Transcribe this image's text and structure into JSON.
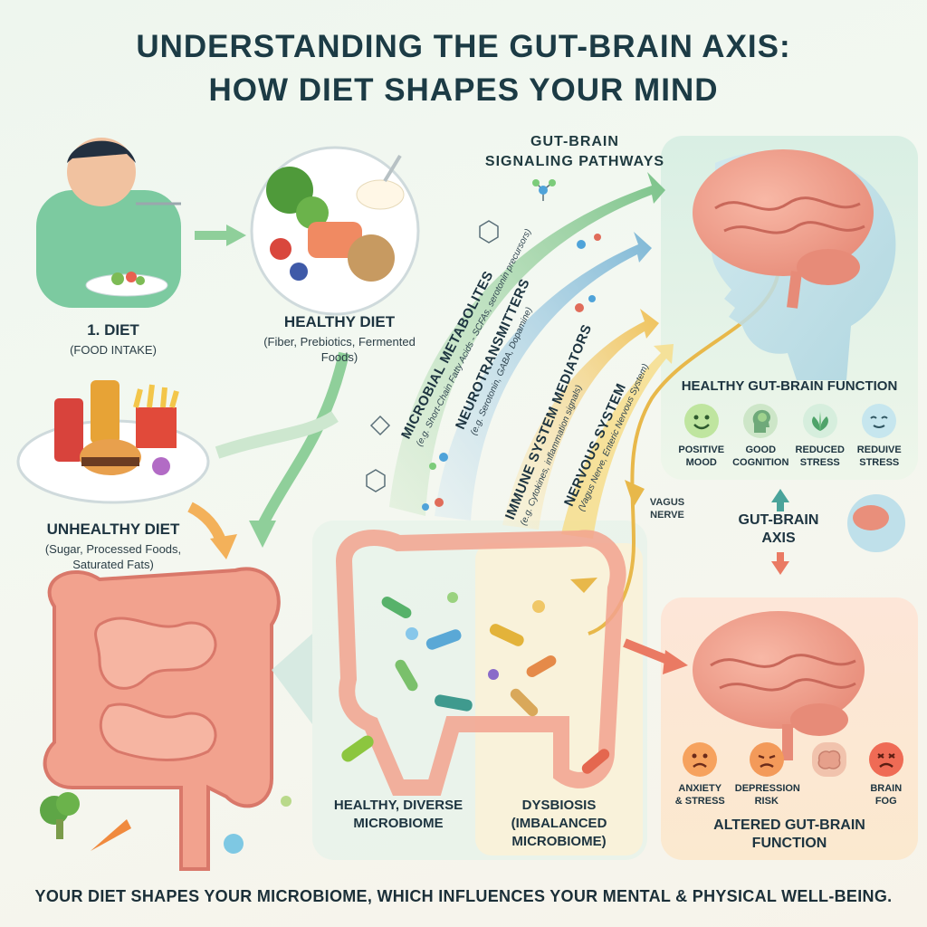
{
  "title": {
    "line1": "UNDERSTANDING THE GUT-BRAIN AXIS:",
    "line2": "HOW DIET SHAPES YOUR MIND"
  },
  "diet": {
    "step_label": "1. DIET",
    "step_sub": "(FOOD INTAKE)",
    "healthy_title": "HEALTHY DIET",
    "healthy_sub": "(Fiber, Prebiotics, Fermented Foods)",
    "unhealthy_title": "UNHEALTHY DIET",
    "unhealthy_sub": "(Sugar, Processed Foods, Saturated Fats)"
  },
  "pathways": {
    "heading_line1": "GUT-BRAIN",
    "heading_line2": "SIGNALING PATHWAYS",
    "bands": [
      {
        "label": "MICROBIAL METABOLITES",
        "sub": "(e.g. Short-Chain Fatty Acids - SCFAs, serotonin precursors)",
        "color": "#7cc38a"
      },
      {
        "label": "NEUROTRANSMITTERS",
        "sub": "(e.g. Serotonin, GABA, Dopamine)",
        "color": "#7fb8d6"
      },
      {
        "label": "IMMUNE SYSTEM MEDIATORS",
        "sub": "(e.g. Cytokines, inflammation signals)",
        "color": "#efc25a"
      },
      {
        "label": "NERVOUS SYSTEM",
        "sub": "(Vagus Nerve, Enteric Nervous System)",
        "color": "#f0d27a"
      }
    ],
    "vagus_label": "VAGUS NERVE"
  },
  "brain_healthy": {
    "title": "HEALTHY GUT-BRAIN FUNCTION",
    "outcomes": [
      {
        "line1": "POSITIVE",
        "line2": "MOOD",
        "icon": "smile-icon"
      },
      {
        "line1": "GOOD",
        "line2": "COGNITION",
        "icon": "head-leaf-icon"
      },
      {
        "line1": "REDUCED",
        "line2": "STRESS",
        "icon": "plant-icon"
      },
      {
        "line1": "REDUIVE",
        "line2": "STRESS",
        "icon": "calm-face-icon"
      }
    ]
  },
  "axis": {
    "line1": "GUT-BRAIN",
    "line2": "AXIS"
  },
  "brain_altered": {
    "title_line1": "ALTERED GUT-BRAIN",
    "title_line2": "FUNCTION",
    "outcomes": [
      {
        "line1": "ANXIETY",
        "line2": "& STRESS",
        "icon": "anxious-face-icon"
      },
      {
        "line1": "DEPRESSION",
        "line2": "RISK",
        "icon": "sad-face-icon"
      },
      {
        "line1": "",
        "line2": "",
        "icon": "brain-icon"
      },
      {
        "line1": "BRAIN",
        "line2": "FOG",
        "icon": "stressed-face-icon"
      }
    ]
  },
  "microbiome": {
    "healthy_line1": "HEALTHY, DIVERSE",
    "healthy_line2": "MICROBIOME",
    "dysbiosis_line1": "DYSBIOSIS",
    "dysbiosis_line2": "(IMBALANCED",
    "dysbiosis_line3": "MICROBIOME)"
  },
  "footer": "YOUR DIET SHAPES YOUR MICROBIOME, WHICH INFLUENCES YOUR MENTAL & PHYSICAL WELL-BEING.",
  "colors": {
    "intestine": "#f2a28e",
    "intestine_dark": "#d9786a",
    "green_arrow": "#8fcf9a",
    "orange_arrow": "#f3b15a",
    "red_arrow": "#ea7a63"
  }
}
